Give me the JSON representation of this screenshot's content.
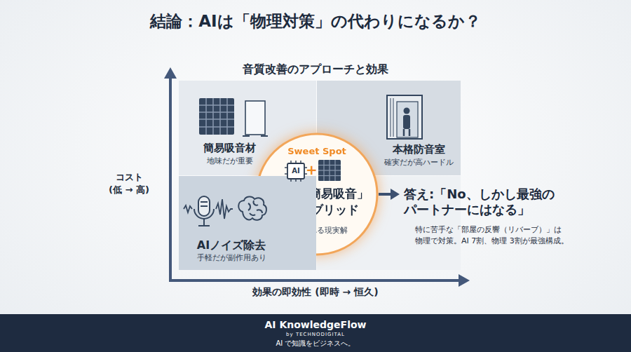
{
  "diagram": {
    "title": "結論：AIは「物理対策」の代わりになるか？",
    "nodes": [
      {
        "text": [
          "簡易吸音材",
          "地味だが重要"
        ]
      },
      {
        "text": [
          "本格防音室",
          "確実だが高ハードル"
        ]
      },
      {
        "text": [
          "Sweet Spot",
          "「AI + 簡易吸音」 のハイブリッド",
          "推奨される現実解"
        ]
      },
      {
        "text": [
          "AIノイズ除去",
          "手軽だが副作用あり"
        ]
      },
      {
        "text": [
          "答え:「No、しかし最強の パートナーにはなる」",
          "特に苦手な「部屋の反響（リバーブ）」は 物理で対策。AI 7割、物理 3割が最強構成。"
        ]
      },
      {
        "text": [
          "AI KnowledgeFlow",
          "by TECHNODIGITAL",
          "AI で知識をビジネスへ。"
        ]
      }
    ],
    "edges": [
      {
        "from": 2,
        "to": 4,
        "arrow": "to"
      }
    ],
    "labels": [
      "音質改善のアプローチと効果",
      "コスト (低 → 高)",
      "効果の即効性 (即時 → 恒久)",
      "AI",
      "+"
    ]
  }
}
